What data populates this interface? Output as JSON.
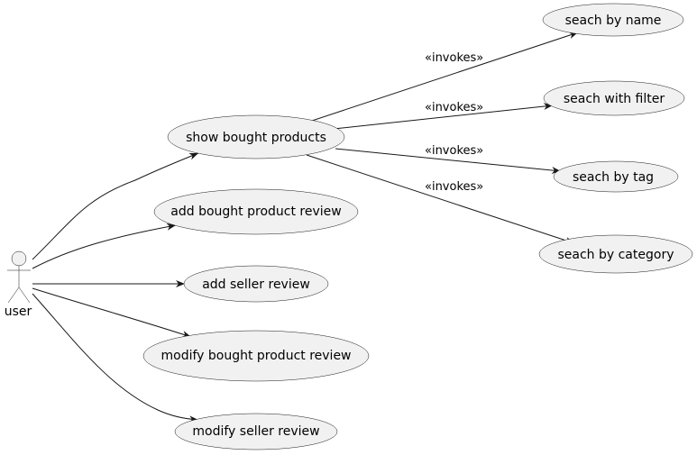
{
  "actor": {
    "id": "user",
    "label": "user"
  },
  "use_cases": [
    {
      "id": "uc-show-bought-products",
      "label": "show bought products"
    },
    {
      "id": "uc-add-bought-product-review",
      "label": "add bought product review"
    },
    {
      "id": "uc-add-seller-review",
      "label": "add seller review"
    },
    {
      "id": "uc-modify-bought-product-review",
      "label": "modify bought product review"
    },
    {
      "id": "uc-modify-seller-review",
      "label": "modify seller review"
    },
    {
      "id": "uc-seach-by-name",
      "label": "seach by name"
    },
    {
      "id": "uc-seach-with-filter",
      "label": "seach with filter"
    },
    {
      "id": "uc-seach-by-tag",
      "label": "seach by tag"
    },
    {
      "id": "uc-seach-by-category",
      "label": "seach by category"
    }
  ],
  "relations": [
    {
      "from": "user",
      "to": "uc-show-bought-products",
      "label": ""
    },
    {
      "from": "user",
      "to": "uc-add-bought-product-review",
      "label": ""
    },
    {
      "from": "user",
      "to": "uc-add-seller-review",
      "label": ""
    },
    {
      "from": "user",
      "to": "uc-modify-bought-product-review",
      "label": ""
    },
    {
      "from": "user",
      "to": "uc-modify-seller-review",
      "label": ""
    },
    {
      "from": "uc-show-bought-products",
      "to": "uc-seach-by-name",
      "label": "«invokes»"
    },
    {
      "from": "uc-show-bought-products",
      "to": "uc-seach-with-filter",
      "label": "«invokes»"
    },
    {
      "from": "uc-show-bought-products",
      "to": "uc-seach-by-tag",
      "label": "«invokes»"
    },
    {
      "from": "uc-show-bought-products",
      "to": "uc-seach-by-category",
      "label": "«invokes»"
    }
  ]
}
